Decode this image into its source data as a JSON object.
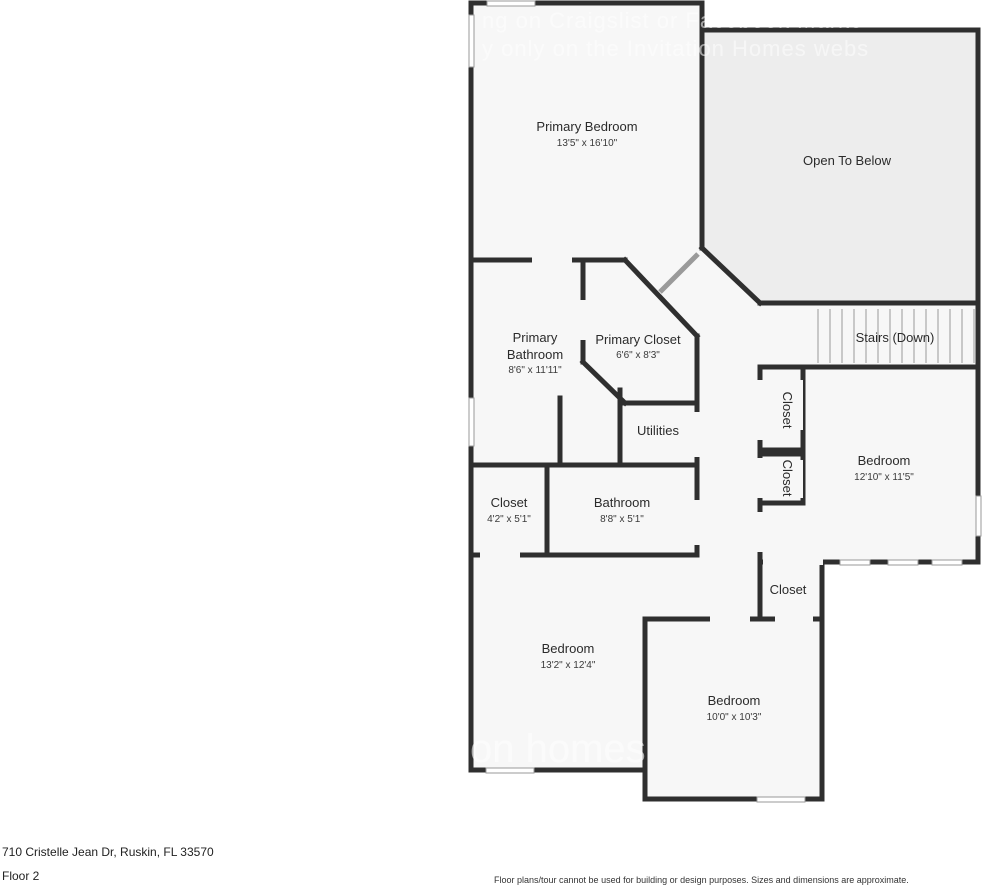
{
  "watermark": {
    "line1": "ng on Craigslist or Facebook Marke",
    "line2": "y only on the Invitation Homes webs",
    "center": "on homes"
  },
  "rooms": {
    "primary_bedroom": {
      "name": "Primary Bedroom",
      "dim": "13'5\" x 16'10\""
    },
    "open_to_below": {
      "name": "Open To Below"
    },
    "primary_bathroom": {
      "name_line1": "Primary",
      "name_line2": "Bathroom",
      "dim": "8'6\" x 11'11\""
    },
    "primary_closet": {
      "name": "Primary Closet",
      "dim": "6'6\" x 8'3\""
    },
    "stairs": {
      "name": "Stairs (Down)"
    },
    "utilities": {
      "name": "Utilities"
    },
    "closet_small_1": {
      "name": "Closet"
    },
    "closet_small_2": {
      "name": "Closet"
    },
    "bedroom_right": {
      "name": "Bedroom",
      "dim": "12'10\" x 11'5\""
    },
    "closet_left": {
      "name": "Closet",
      "dim": "4'2\" x 5'1\""
    },
    "bathroom": {
      "name": "Bathroom",
      "dim": "8'8\" x 5'1\""
    },
    "closet_mid": {
      "name": "Closet"
    },
    "bedroom_left": {
      "name": "Bedroom",
      "dim": "13'2\" x 12'4\""
    },
    "bedroom_bottom": {
      "name": "Bedroom",
      "dim": "10'0\" x 10'3\""
    }
  },
  "footer": {
    "address": "710 Cristelle Jean Dr, Ruskin, FL 33570",
    "floor": "Floor 2",
    "disclaimer": "Floor plans/tour cannot be used for building or design purposes. Sizes and dimensions are approximate."
  },
  "colors": {
    "wall": "#2f2f2f",
    "floor": "#f7f7f7",
    "open_area": "#ededed",
    "window": "#ffffff"
  }
}
